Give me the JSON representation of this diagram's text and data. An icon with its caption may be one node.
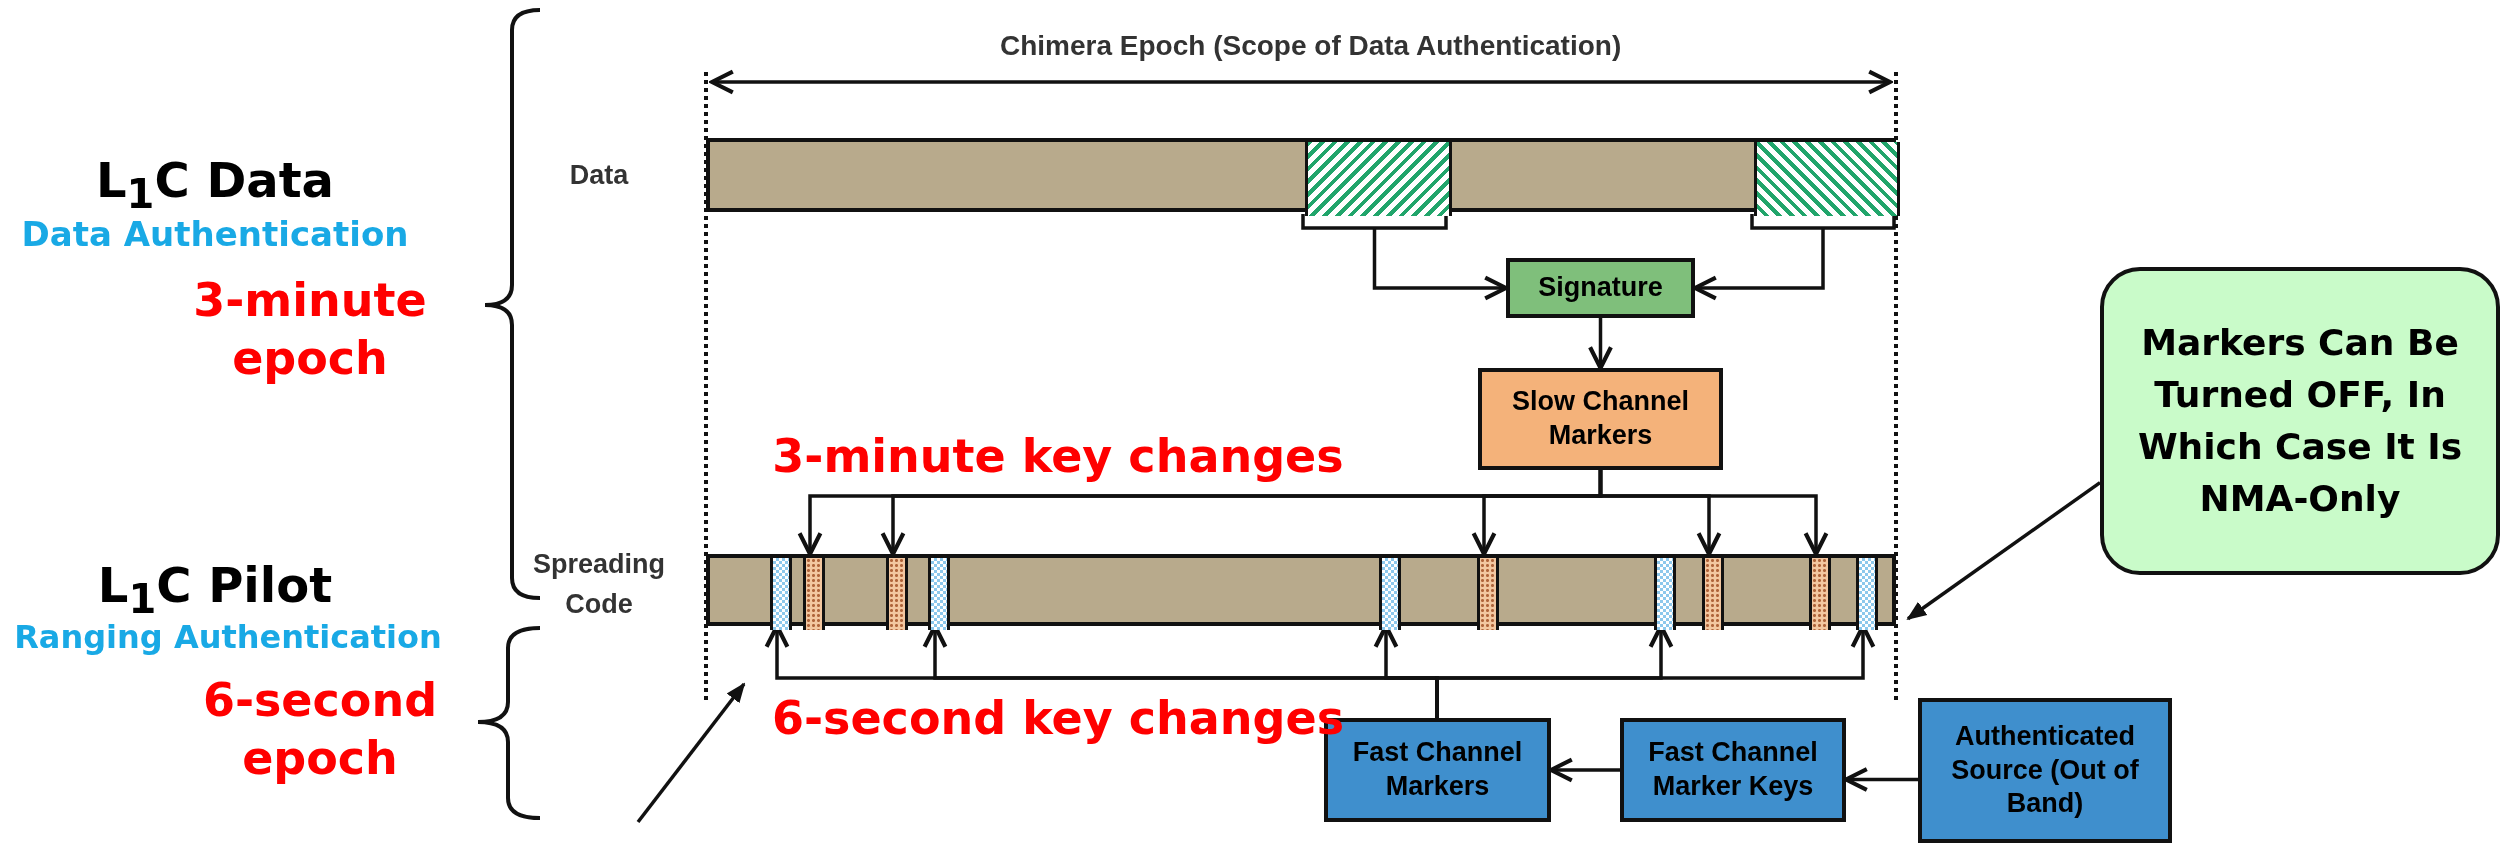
{
  "diagram": {
    "nodes": [
      {
        "text": [],
        "shape": "bar",
        "beside": [
          "Data"
        ]
      },
      {
        "text": [],
        "shape": "box",
        "in": 0
      },
      {
        "text": [],
        "shape": "box",
        "in": 0
      },
      {
        "text": [
          "Signature"
        ]
      },
      {
        "text": [
          "Slow Channel Markers"
        ]
      },
      {
        "text": [],
        "shape": "bar",
        "beside": [
          "Spreading Code"
        ]
      },
      {
        "text": [],
        "shape": "box",
        "in": 5
      },
      {
        "text": [],
        "shape": "box",
        "in": 5
      },
      {
        "text": [],
        "shape": "box",
        "in": 5
      },
      {
        "text": [],
        "shape": "box",
        "in": 5
      },
      {
        "text": [],
        "shape": "box",
        "in": 5
      },
      {
        "text": [],
        "shape": "box",
        "in": 5
      },
      {
        "text": [],
        "shape": "box",
        "in": 5
      },
      {
        "text": [],
        "shape": "box",
        "in": 5
      },
      {
        "text": [],
        "shape": "box",
        "in": 5
      },
      {
        "text": [],
        "shape": "box",
        "in": 5
      },
      {
        "text": [
          "Fast Channel Markers"
        ]
      },
      {
        "text": [
          "Fast Channel Marker Keys"
        ]
      },
      {
        "text": [
          "Authenticated Source (Out of Band)"
        ]
      },
      {
        "text": [
          "Markers Can Be Turned OFF, In Which Case It Is NMA-Only"
        ]
      }
    ],
    "edges": [
      {
        "from": 1,
        "to": 3,
        "arrow": "to"
      },
      {
        "from": 2,
        "to": 3,
        "arrow": "to"
      },
      {
        "from": 3,
        "to": 4,
        "arrow": "to"
      },
      {
        "from": 4,
        "to": 7,
        "arrow": "to"
      },
      {
        "from": 4,
        "to": 8,
        "arrow": "to"
      },
      {
        "from": 4,
        "to": 11,
        "arrow": "to"
      },
      {
        "from": 4,
        "to": 13,
        "arrow": "to"
      },
      {
        "from": 4,
        "to": 14,
        "arrow": "to"
      },
      {
        "from": 16,
        "to": 6,
        "arrow": "to"
      },
      {
        "from": 16,
        "to": 9,
        "arrow": "to"
      },
      {
        "from": 16,
        "to": 10,
        "arrow": "to"
      },
      {
        "from": 16,
        "to": 12,
        "arrow": "to"
      },
      {
        "from": 16,
        "to": 15,
        "arrow": "to"
      },
      {
        "from": 17,
        "to": 16,
        "arrow": "to"
      },
      {
        "from": 18,
        "to": 17,
        "arrow": "to"
      },
      {
        "from": 19,
        "to": 5,
        "arrow": "to"
      },
      {
        "from": null,
        "to": 5,
        "arrow": "to"
      }
    ],
    "labels": [
      "L$_{1}$C Data",
      "Data Authentication",
      "3-minute epoch",
      "L$_{1}$C Pilot",
      "Ranging Authentication",
      "6-second epoch",
      "Chimera Epoch (Scope of Data Authentication)",
      "3-minute key changes",
      "6-second key changes"
    ]
  }
}
